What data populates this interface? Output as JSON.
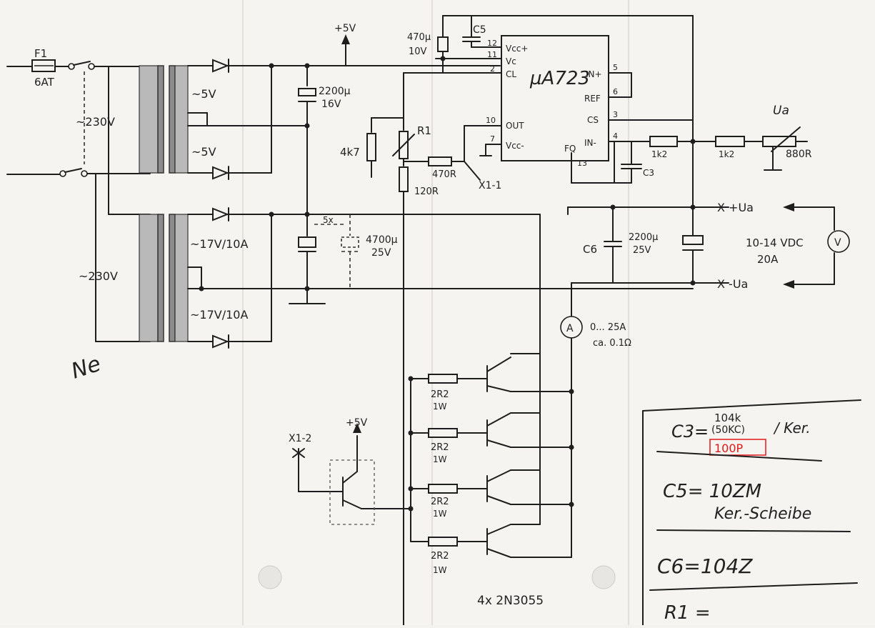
{
  "fuse": {
    "ref": "F1",
    "rating": "6AT"
  },
  "mains": {
    "upper": "~230V",
    "lower": "~230V"
  },
  "transformer1": {
    "upper_winding": "~5V",
    "lower_winding": "~5V"
  },
  "transformer2": {
    "upper_winding": "~17V/10A",
    "lower_winding": "~17V/10A"
  },
  "rail_5v": {
    "label": "+5V"
  },
  "cap_aux": {
    "value": "2200µ",
    "voltage": "16V"
  },
  "cap_bank": {
    "count": "5x",
    "value": "4700µ",
    "voltage": "25V"
  },
  "ic": {
    "name": "µA723",
    "pin12": "12",
    "pin11": "11",
    "pin2": "2",
    "pin10": "10",
    "pin7": "7",
    "pin5": "5",
    "pin6": "6",
    "pin3": "3",
    "pin4": "4",
    "pin13": "13",
    "vccp": "Vcc+",
    "vc": "Vc",
    "cl": "CL",
    "out": "OUT",
    "vccm": "Vcc-",
    "inp": "IN+",
    "ref": "REF",
    "cs": "CS",
    "inm": "IN-",
    "fq": "FQ"
  },
  "cap_470": {
    "value": "470µ",
    "voltage": "10V"
  },
  "c5_label": "C5",
  "c3_label": "C3",
  "resistors": {
    "r4k7": "4k7",
    "r1": "R1",
    "r120": "120R",
    "r470": "470R",
    "x11": "X1-1",
    "r1k2a": "1k2",
    "r1k2b": "1k2",
    "r880": "880R"
  },
  "ua_label": "Ua",
  "output": {
    "plus": "X +Ua",
    "minus": "X -Ua",
    "range": "10-14 VDC",
    "current": "20A",
    "vmeter": "V"
  },
  "c6": {
    "label": "C6",
    "value": "2200µ",
    "voltage": "25V"
  },
  "ammeter": {
    "symbol": "A",
    "range": "0... 25A",
    "shunt": "ca. 0.1Ω"
  },
  "emitter_res": [
    "2R2",
    "1W",
    "2R2",
    "1W",
    "2R2",
    "1W",
    "2R2",
    "1W"
  ],
  "transistors_label": "4x 2N3055",
  "driver": {
    "x12": "X1-2",
    "v5": "+5V"
  },
  "notes": {
    "c3": "C3=",
    "c3_value": "104k",
    "c3_sub": "(50KC)",
    "c3_type": "/ Ker.",
    "c3_red": "100P",
    "c5": "C5= 10ZM",
    "c5_type": "Ker.-Scheibe",
    "c6": "C6=104Z",
    "r1": "R1 ="
  },
  "signature": "Ne",
  "colors": {
    "red_note": "#e01818",
    "blue_mark": "#2a52d8"
  }
}
